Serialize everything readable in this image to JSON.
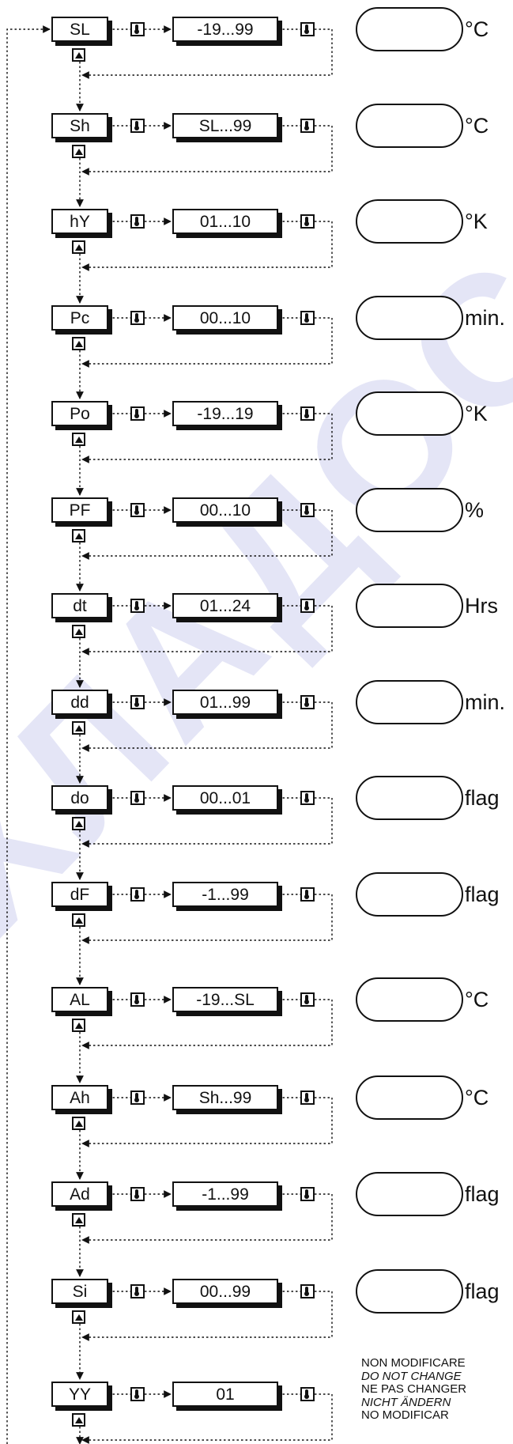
{
  "watermark": {
    "text": "ХЛАДОС"
  },
  "parameters": [
    {
      "code": "SL",
      "range": "-19...99",
      "unit": "°C"
    },
    {
      "code": "Sh",
      "range": "SL...99",
      "unit": "°C"
    },
    {
      "code": "hY",
      "range": "01...10",
      "unit": "°K"
    },
    {
      "code": "Pc",
      "range": "00...10",
      "unit": "min."
    },
    {
      "code": "Po",
      "range": "-19...19",
      "unit": "°K"
    },
    {
      "code": "PF",
      "range": "00...10",
      "unit": "%"
    },
    {
      "code": "dt",
      "range": "01...24",
      "unit": "Hrs"
    },
    {
      "code": "dd",
      "range": "01...99",
      "unit": "min."
    },
    {
      "code": "do",
      "range": "00...01",
      "unit": "flag"
    },
    {
      "code": "dF",
      "range": "-1...99",
      "unit": "flag"
    },
    {
      "code": "AL",
      "range": "-19...SL",
      "unit": "°C"
    },
    {
      "code": "Ah",
      "range": "Sh...99",
      "unit": "°C"
    },
    {
      "code": "Ad",
      "range": "-1...99",
      "unit": "flag"
    },
    {
      "code": "Si",
      "range": "00...99",
      "unit": "flag"
    },
    {
      "code": "YY",
      "range": "01",
      "unit": ""
    }
  ],
  "warning": {
    "it": "NON MODIFICARE",
    "en": "DO NOT CHANGE",
    "fr": "NE PAS CHANGER",
    "de": "NICHT ÄNDERN",
    "es": "NO MODIFICAR"
  },
  "icons": {
    "thermometer": "thermometer-button-icon",
    "up": "up-arrow-button-icon"
  }
}
